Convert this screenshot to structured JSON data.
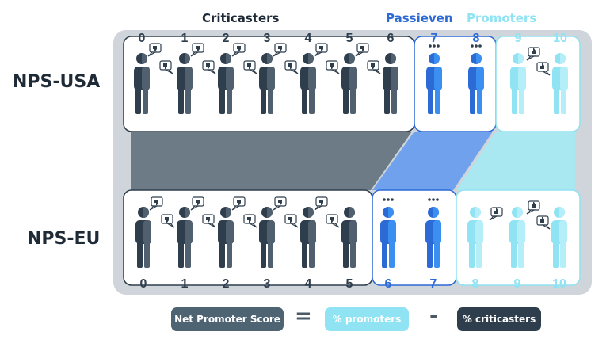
{
  "colors": {
    "criticaster": "#2f3e4d",
    "criticaster_light": "#51606e",
    "passive": "#2c6ad6",
    "passive_light": "#3b8ff0",
    "promoter": "#8fe3f2",
    "promoter_light": "#b4eef8",
    "background_panel": "#cfd5da",
    "band_criticasters": "#6d7b86",
    "band_passives": "#6fa1ec",
    "band_promoters": "#a9e8f1"
  },
  "headers": {
    "criticasters": "Criticasters",
    "passives": "Passieven",
    "promoters": "Promoters"
  },
  "rows": {
    "usa": {
      "label": "NPS-USA",
      "scores": [
        "0",
        "1",
        "2",
        "3",
        "4",
        "5",
        "6",
        "7",
        "8",
        "9",
        "10"
      ],
      "criticasters": [
        0,
        1,
        2,
        3,
        4,
        5,
        6
      ],
      "passives": [
        7,
        8
      ],
      "promoters": [
        9,
        10
      ]
    },
    "eu": {
      "label": "NPS-EU",
      "scores": [
        "0",
        "1",
        "2",
        "3",
        "4",
        "5",
        "6",
        "7",
        "8",
        "9",
        "10"
      ],
      "criticasters": [
        0,
        1,
        2,
        3,
        4,
        5
      ],
      "passives": [
        6,
        7
      ],
      "promoters": [
        8,
        9,
        10
      ]
    }
  },
  "formula": {
    "score_label": "Net Promoter Score",
    "equals": "=",
    "promoters_label": "% promoters",
    "minus": "-",
    "criticasters_label": "% criticasters"
  }
}
